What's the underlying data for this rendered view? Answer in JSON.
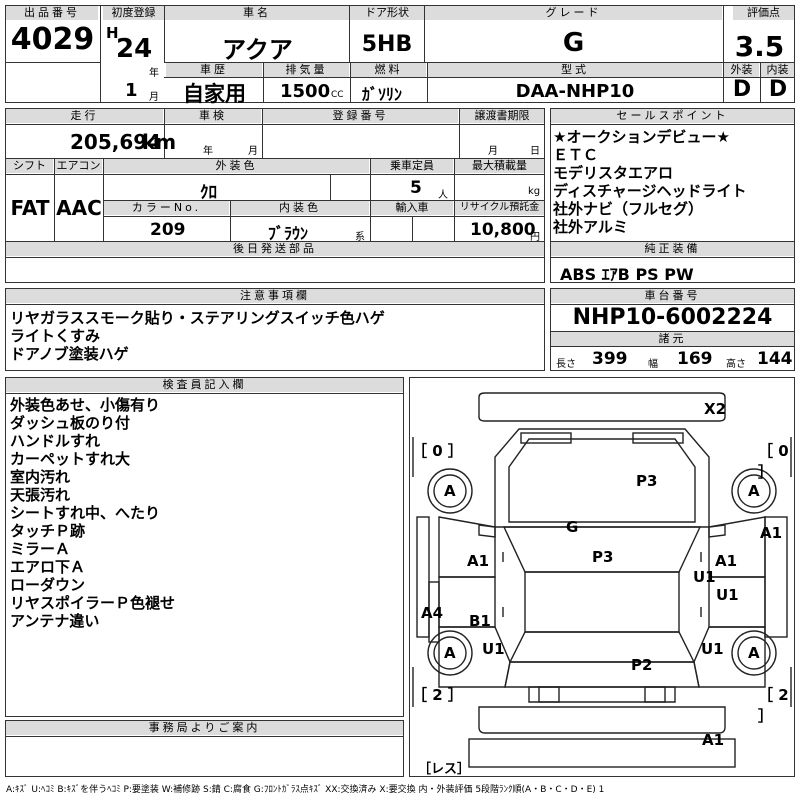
{
  "headers": {
    "lot_number": "出品番号",
    "first_reg": "初度登録",
    "car_name": "車名",
    "door_type": "ドア形状",
    "grade": "グレード",
    "score": "評価点",
    "history": "車歴",
    "displacement": "排気量",
    "fuel": "燃料",
    "model_type": "型式",
    "exterior": "外装",
    "interior": "内装",
    "mileage": "走行",
    "inspection": "車検",
    "reg_no": "登録番号",
    "transfer_deadline": "譲渡書期限",
    "sales_points": "セールスポイント",
    "shift": "シフト",
    "aircon": "エアコン",
    "ext_color": "外装色",
    "capacity": "乗車定員",
    "max_load": "最大積載量",
    "color_no": "カラーNo.",
    "int_color": "内装色",
    "import": "輸入車",
    "recycle": "リサイクル預託金",
    "later_parts": "後日発送部品",
    "genuine": "純正装備",
    "cautions": "注意事項欄",
    "chassis_no": "車台番号",
    "dimensions": "諸元",
    "inspector": "検査員記入欄",
    "office_note": "事務局よりご案内"
  },
  "vehicle": {
    "lot_number": "4029",
    "era": "H",
    "year": "24",
    "year_unit": "年",
    "month": "1",
    "month_unit": "月",
    "car_name": "アクア",
    "door_type": "5HB",
    "grade": "G",
    "score": "3.5",
    "history": "自家用",
    "displacement": "1500",
    "cc": "CC",
    "fuel": "ｶﾞｿﾘﾝ",
    "model_type": "DAA-NHP10",
    "exterior_grade": "D",
    "interior_grade": "D",
    "mileage": "205,694",
    "km": "km",
    "insp_year": "年",
    "insp_month": "月",
    "transfer_month": "月",
    "transfer_day": "日",
    "shift": "FAT",
    "aircon": "AAC",
    "ext_color": "ｸﾛ",
    "capacity": "5",
    "capacity_unit": "人",
    "kg": "kg",
    "color_no": "209",
    "int_color": "ﾌﾞﾗｳﾝ",
    "int_color_suffix": "系",
    "recycle": "10,800",
    "yen": "円",
    "genuine": "ABS ｴｱB PS PW",
    "chassis_no": "NHP10-6002224",
    "length_label": "長さ",
    "length": "399",
    "width_label": "幅",
    "width": "169",
    "height_label": "高さ",
    "height": "144"
  },
  "sales_points": [
    "★オークションデビュー★",
    "ＥＴＣ",
    "モデリスタエアロ",
    "ディスチャージヘッドライト",
    "社外ナビ（フルセグ）",
    "社外アルミ"
  ],
  "cautions": [
    "リヤガラススモーク貼り・ステアリングスイッチ色ハゲ",
    "ライトくすみ",
    "ドアノブ塗装ハゲ"
  ],
  "inspector_notes": [
    "外装色あせ、小傷有り",
    "ダッシュ板のり付",
    "ハンドルすれ",
    "カーペットすれ大",
    "室内汚れ",
    "天張汚れ",
    "シートすれ中、へたり",
    "タッチＰ跡",
    "ミラーＡ",
    "エアロ下Ａ",
    "ローダウン",
    "リヤスポイラーＰ色褪せ",
    "アンテナ違い"
  ],
  "diagram": {
    "tyre_fl": "［ 0 ］",
    "tyre_fr": "［ 0 ］",
    "tyre_rl": "［ 2 ］",
    "tyre_rr": "［ 2 ］",
    "spare": "［レス］",
    "marks": {
      "x2": "X2",
      "p3_hood": "P3",
      "g": "G",
      "p3_roof": "P3",
      "a1_left": "A1",
      "a1_right": "A1",
      "a1_far_right": "A1",
      "u1_right": "U1",
      "u1_right2": "U1",
      "a4": "A4",
      "b1": "B1",
      "u1_rear_left": "U1",
      "u1_rear_right": "U1",
      "p2": "P2",
      "a1_bottom": "A1",
      "wheel_fl": "A",
      "wheel_fr": "A",
      "wheel_rl": "A",
      "wheel_rr": "A"
    }
  },
  "legend": "A:ｷｽﾞ U:ﾍｺﾐ B:ｷｽﾞを伴うﾍｺﾐ P:要塗装 W:補修跡 S:錆 C:腐食 G:ﾌﾛﾝﾄｶﾞﾗｽ点ｷｽﾞ XX:交換済み X:要交換  内・外装評価 5段階ﾗﾝｸ順(A・B・C・D・E) 1"
}
